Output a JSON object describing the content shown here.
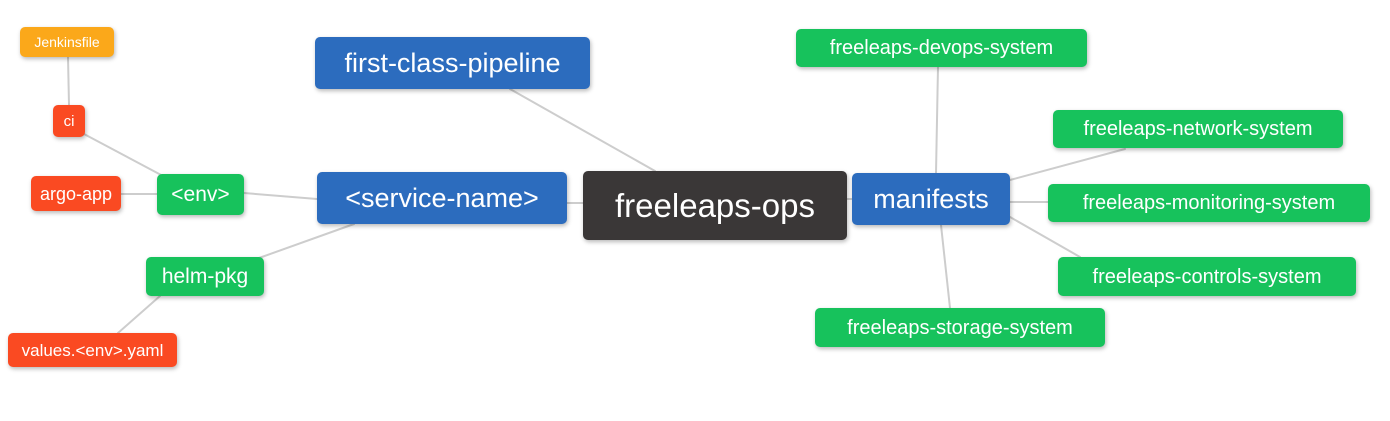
{
  "diagram": {
    "type": "mindmap",
    "background": "#ffffff",
    "edge_color": "#cdcdcd",
    "text_color": "#ffffff",
    "palette": {
      "blue": "#2c6cbe",
      "green": "#17c25c",
      "red": "#fa4a22",
      "orange": "#fba81a",
      "dark": "#3a3737"
    },
    "root": "freeleaps-ops",
    "nodes": [
      {
        "id": "jenkinsfile",
        "label": "Jenkinsfile",
        "color": "orange"
      },
      {
        "id": "ci",
        "label": "ci",
        "color": "red"
      },
      {
        "id": "argo-app",
        "label": "argo-app",
        "color": "red"
      },
      {
        "id": "env",
        "label": "<env>",
        "color": "green"
      },
      {
        "id": "helm-pkg",
        "label": "helm-pkg",
        "color": "green"
      },
      {
        "id": "values-env-yaml",
        "label": "values.<env>.yaml",
        "color": "red"
      },
      {
        "id": "first-class-pipeline",
        "label": "first-class-pipeline",
        "color": "blue"
      },
      {
        "id": "service-name",
        "label": "<service-name>",
        "color": "blue"
      },
      {
        "id": "freeleaps-ops",
        "label": "freeleaps-ops",
        "color": "dark"
      },
      {
        "id": "manifests",
        "label": "manifests",
        "color": "blue"
      },
      {
        "id": "devops-system",
        "label": "freeleaps-devops-system",
        "color": "green"
      },
      {
        "id": "network-system",
        "label": "freeleaps-network-system",
        "color": "green"
      },
      {
        "id": "monitoring-system",
        "label": "freeleaps-monitoring-system",
        "color": "green"
      },
      {
        "id": "controls-system",
        "label": "freeleaps-controls-system",
        "color": "green"
      },
      {
        "id": "storage-system",
        "label": "freeleaps-storage-system",
        "color": "green"
      }
    ],
    "edges": [
      {
        "from": "freeleaps-ops",
        "to": "first-class-pipeline"
      },
      {
        "from": "freeleaps-ops",
        "to": "service-name"
      },
      {
        "from": "freeleaps-ops",
        "to": "manifests"
      },
      {
        "from": "service-name",
        "to": "env"
      },
      {
        "from": "service-name",
        "to": "helm-pkg"
      },
      {
        "from": "env",
        "to": "argo-app"
      },
      {
        "from": "env",
        "to": "ci"
      },
      {
        "from": "ci",
        "to": "jenkinsfile"
      },
      {
        "from": "helm-pkg",
        "to": "values-env-yaml"
      },
      {
        "from": "manifests",
        "to": "devops-system"
      },
      {
        "from": "manifests",
        "to": "network-system"
      },
      {
        "from": "manifests",
        "to": "monitoring-system"
      },
      {
        "from": "manifests",
        "to": "controls-system"
      },
      {
        "from": "manifests",
        "to": "storage-system"
      }
    ]
  }
}
